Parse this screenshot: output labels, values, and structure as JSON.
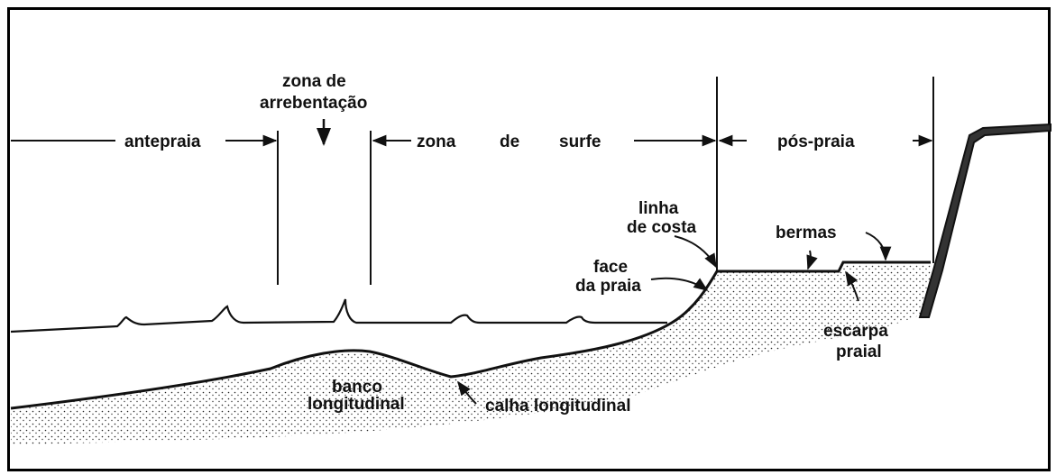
{
  "colors": {
    "ink": "#111111",
    "background": "#ffffff"
  },
  "zones": {
    "antepraia": "antepraia",
    "arrebentacao_line1": "zona de",
    "arrebentacao_line2": "arrebentação",
    "surfe_zona": "zona",
    "surfe_de": "de",
    "surfe_surfe": "surfe",
    "pos_praia": "pós-praia"
  },
  "features": {
    "linha_line1": "linha",
    "linha_line2": "de costa",
    "face_line1": "face",
    "face_line2": "da praia",
    "bermas": "bermas",
    "escarpa_line1": "escarpa",
    "escarpa_line2": "praial",
    "banco_line1": "banco",
    "banco_line2": "longitudinal",
    "calha": "calha longitudinal"
  }
}
